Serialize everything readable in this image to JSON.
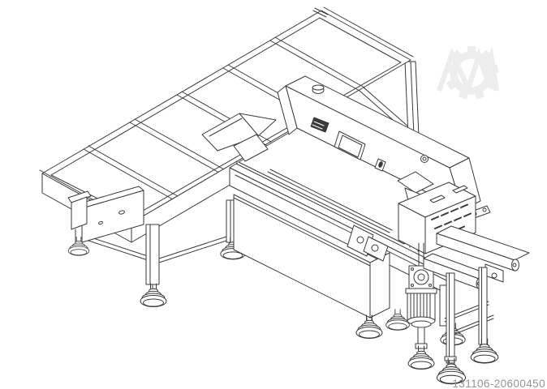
{
  "image": {
    "alt": "Isometric CAD line drawing of a packaging line: infeed table conveyor, flow-wrapping machine with control panel, sealing unit with drive motor, and outfeed belt conveyor on leveling feet",
    "listing_id": "131106-20600450"
  },
  "colors": {
    "background": "#ffffff",
    "line": "#3a3a3a",
    "watermark": "#ededed",
    "listing_id": "#949494"
  },
  "watermark": {
    "icon": "gear-m-logo"
  }
}
